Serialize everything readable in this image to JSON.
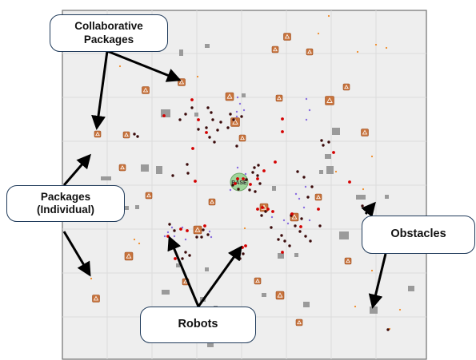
{
  "labels": {
    "collaborative_packages": "Collaborative\nPackages",
    "packages_individual": "Packages\n(Individual)",
    "obstacles": "Obstacles",
    "robots": "Robots",
    "base": "BASE"
  },
  "colors": {
    "arena_background": "#eeeeee",
    "arena_border": "#7a7a7a",
    "grid_line": "#dcdcdc",
    "obstacle": "#9a9a9a",
    "package_fill": "#c8733c",
    "package_icon": "#ffffff",
    "robot_dark": "#3a0a0a",
    "robot_red": "#d40000",
    "trail_purple": "#8a6ee0",
    "individual_package_orange": "#f08a24",
    "base_fill": "#9fd49a",
    "callout_border": "#1f3a5a",
    "arrow": "#000000"
  },
  "icons": {
    "collaborative_package": "box-warning-icon",
    "individual_package": "small-dot-icon",
    "obstacle": "gray-square-icon",
    "robot": "robot-dot-icon",
    "base": "base-circle-icon"
  }
}
